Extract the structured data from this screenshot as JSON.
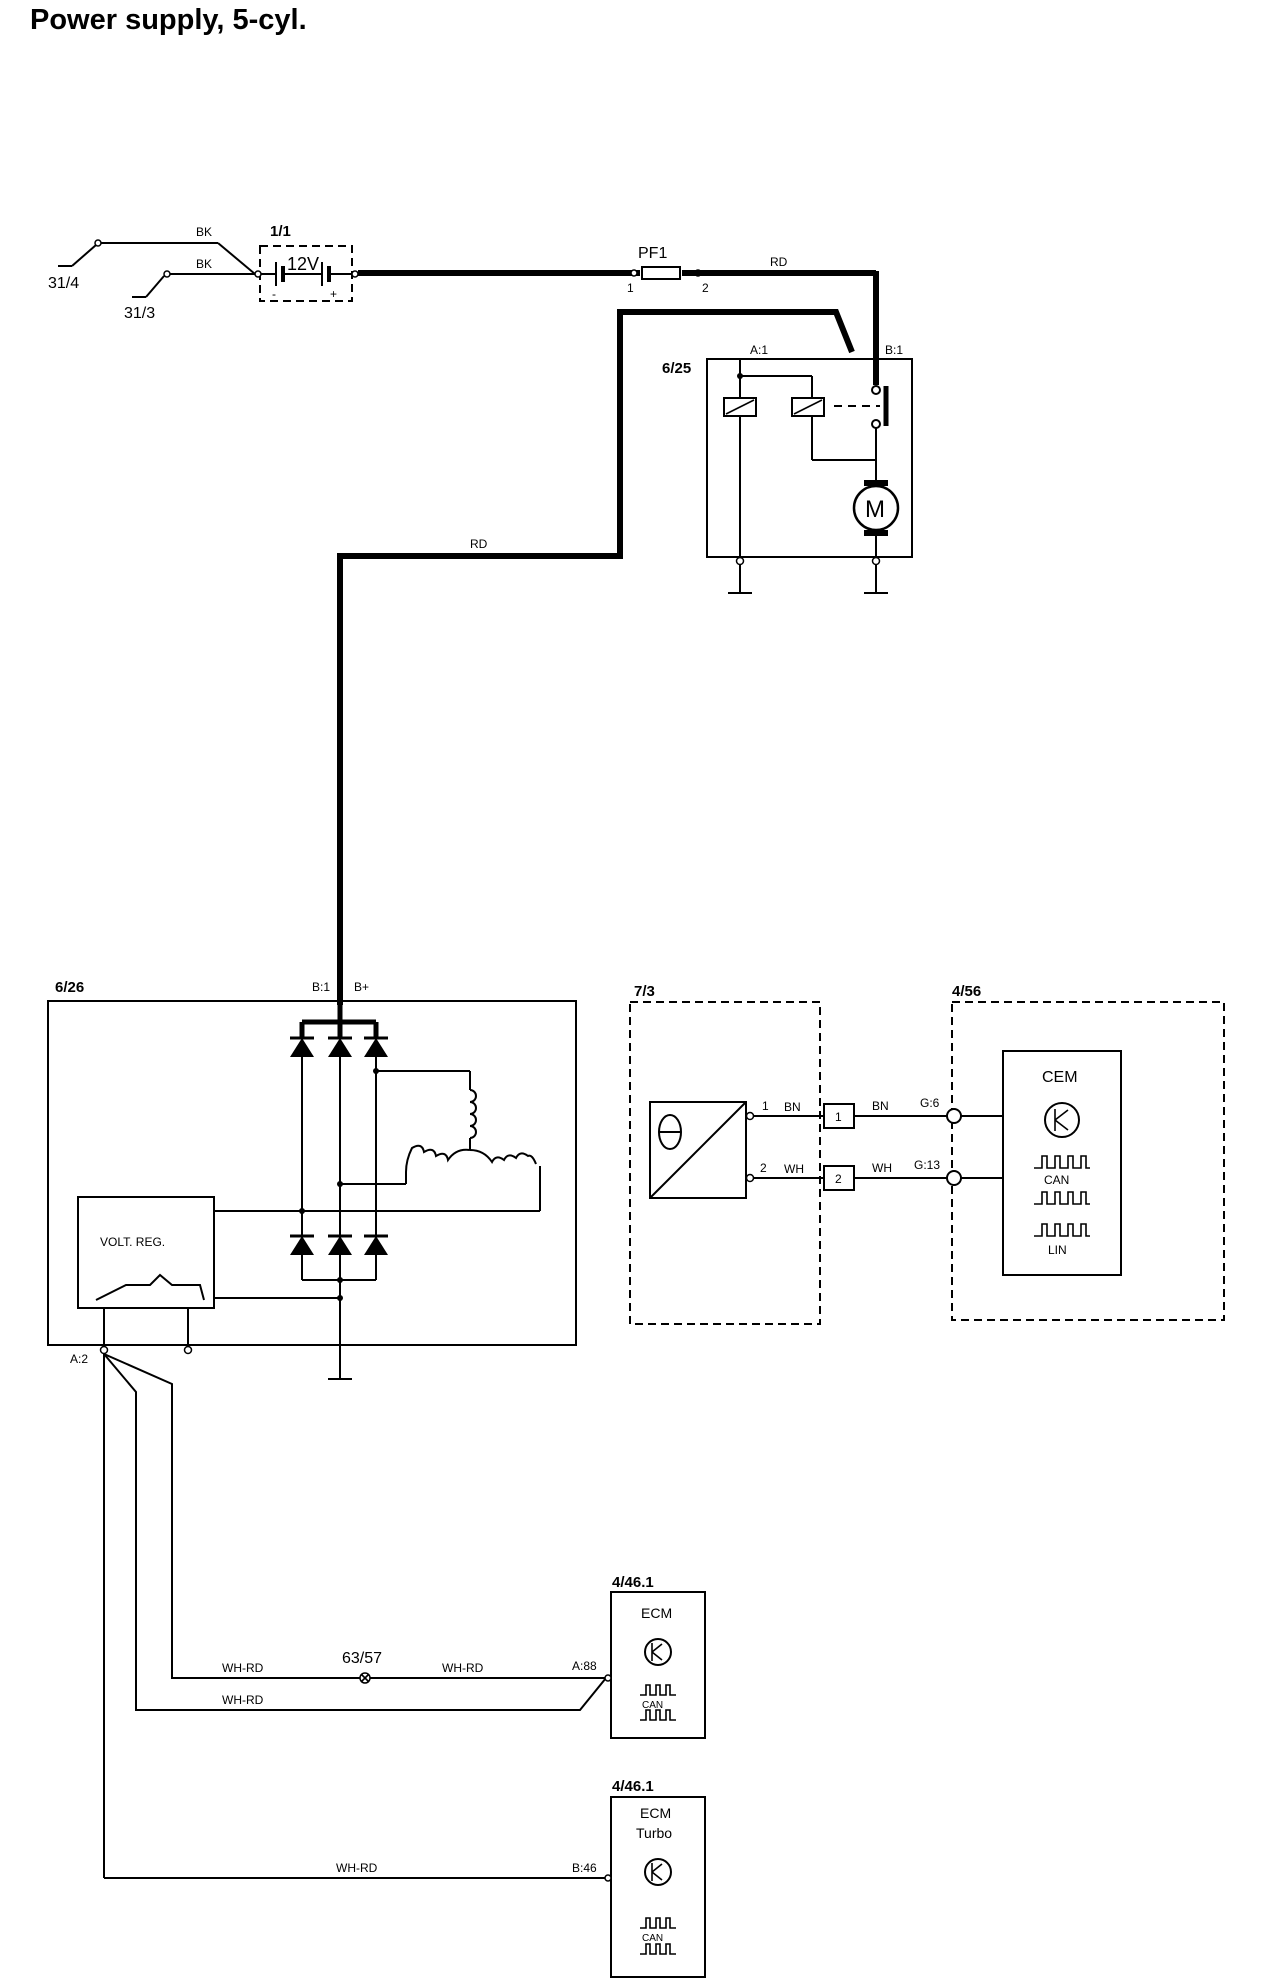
{
  "title": "Power supply, 5-cyl.",
  "battery": {
    "id": "1/1",
    "voltage": "12V",
    "minus": "-",
    "plus": "+"
  },
  "grounds": {
    "g1": "31/4",
    "g2": "31/3"
  },
  "wires": {
    "bk1": "BK",
    "bk2": "BK",
    "rd1": "RD",
    "rd2": "RD",
    "bn_a": "BN",
    "bn_b": "BN",
    "wh_a": "WH",
    "wh_b": "WH",
    "whrd1": "WH-RD",
    "whrd2": "WH-RD",
    "whrd3": "WH-RD",
    "whrd4": "WH-RD"
  },
  "fuse": {
    "id": "PF1",
    "pin1": "1",
    "pin2": "2"
  },
  "relay": {
    "id": "6/25",
    "pinA1": "A:1",
    "pinB1": "B:1",
    "motor": "M"
  },
  "alternator": {
    "id": "6/26",
    "pinB1": "B:1",
    "pinBplus": "B+",
    "regulator": "VOLT. REG.",
    "pinA2": "A:2"
  },
  "sensor": {
    "id": "7/3",
    "pin1": "1",
    "pin2": "2"
  },
  "connectors": {
    "c1": "1",
    "c2": "2"
  },
  "cem_module": {
    "id": "4/56",
    "name": "CEM",
    "pinG6": "G:6",
    "pinG13": "G:13",
    "can": "CAN",
    "lin": "LIN"
  },
  "splice": {
    "id": "63/57"
  },
  "ecm1": {
    "id": "4/46.1",
    "name": "ECM",
    "pin": "A:88",
    "can": "CAN"
  },
  "ecm2": {
    "id": "4/46.1",
    "name": "ECM",
    "sub": "Turbo",
    "pin": "B:46",
    "can": "CAN"
  }
}
